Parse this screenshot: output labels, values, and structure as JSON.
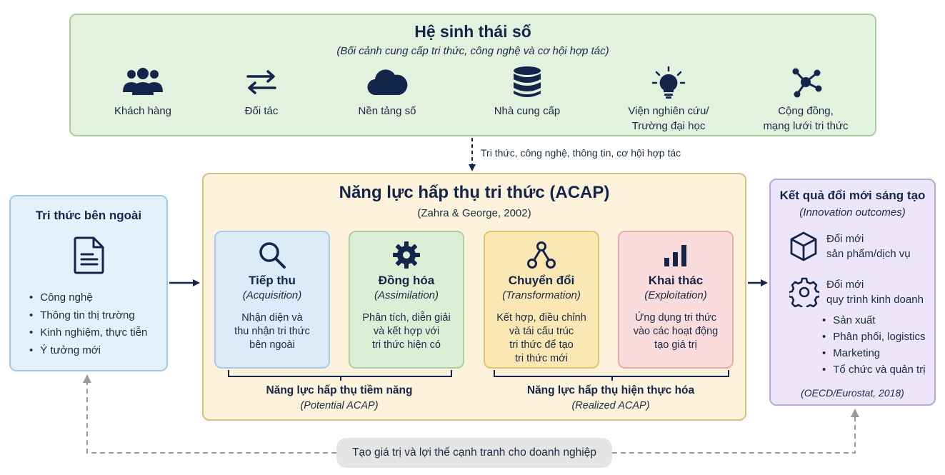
{
  "ecosystem": {
    "title": "Hệ sinh thái số",
    "subtitle": "(Bối cảnh cung cấp tri thức, công nghệ và cơ hội hợp tác)",
    "items": [
      {
        "label": "Khách hàng",
        "icon": "people-icon"
      },
      {
        "label": "Đối tác",
        "icon": "exchange-arrows-icon"
      },
      {
        "label": "Nền tảng số",
        "icon": "cloud-icon"
      },
      {
        "label": "Nhà cung cấp",
        "icon": "database-icon"
      },
      {
        "label": "Viện nghiên cứu/\nTrường đại học",
        "icon": "lightbulb-icon"
      },
      {
        "label": "Cộng đồng,\nmạng lưới tri thức",
        "icon": "network-icon"
      }
    ]
  },
  "flow_label": "Tri thức, công nghệ, thông tin, cơ hội hợp tác",
  "external": {
    "title": "Tri thức bên ngoài",
    "icon": "document-icon",
    "items": [
      "Công nghệ",
      "Thông tin thị trường",
      "Kinh nghiệm, thực tiễn",
      "Ý tưởng mới"
    ]
  },
  "acap": {
    "title": "Năng lực hấp thụ tri thức (ACAP)",
    "subtitle": "(Zahra & George, 2002)",
    "steps": [
      {
        "title": "Tiếp thu",
        "english": "(Acquisition)",
        "desc": "Nhận diện và\nthu nhận tri thức\nbên ngoài",
        "icon": "magnifier-icon"
      },
      {
        "title": "Đồng hóa",
        "english": "(Assimilation)",
        "desc": "Phân tích, diễn giải\nvà kết hợp với\ntri thức hiện có",
        "icon": "gear-icon"
      },
      {
        "title": "Chuyển đổi",
        "english": "(Transformation)",
        "desc": "Kết hợp, điều chỉnh\nvà tái cấu trúc\ntri thức để tạo\ntri thức mới",
        "icon": "nodes-icon"
      },
      {
        "title": "Khai thác",
        "english": "(Exploitation)",
        "desc": "Ứng dụng tri thức\nvào các hoạt động\ntạo giá trị",
        "icon": "bar-chart-icon"
      }
    ],
    "groups": [
      {
        "title": "Năng lực hấp thụ tiềm năng",
        "english": "(Potential ACAP)"
      },
      {
        "title": "Năng lực hấp thụ hiện thực hóa",
        "english": "(Realized ACAP)"
      }
    ]
  },
  "outcomes": {
    "title": "Kết quả đổi mới sáng tạo",
    "subtitle": "(Innovation outcomes)",
    "product": "Đổi mới\nsản phẩm/dịch vụ",
    "process": "Đổi mới\nquy trình kinh doanh",
    "process_items": [
      "Sản xuất",
      "Phân phối, logistics",
      "Marketing",
      "Tổ chức và quản trị"
    ],
    "source": "(OECD/Eurostat, 2018)",
    "icons": [
      "cube-icon",
      "gear-outline-icon"
    ]
  },
  "feedback": "Tạo giá trị và lợi thế cạnh tranh cho doanh nghiệp",
  "colors": {
    "navy": "#13254a",
    "ecosystem_bg": "#e3f1df",
    "acap_bg": "#fdf3dc",
    "external_bg": "#e4f1fb",
    "outcomes_bg": "#ece6f8",
    "acquisition": "#dcebf8",
    "assimilation": "#dcefd6",
    "transformation": "#fbe7b4",
    "exploitation": "#fbdcdc"
  }
}
